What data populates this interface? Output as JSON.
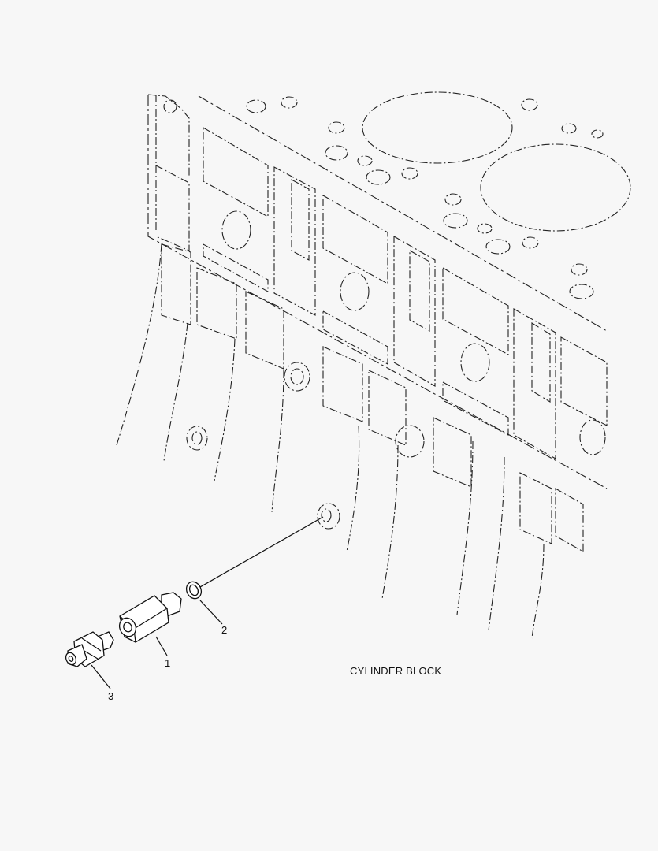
{
  "diagram": {
    "caption": "CYLINDER BLOCK",
    "callouts": [
      "1",
      "2",
      "3"
    ]
  },
  "colors": {
    "background": "#f7f7f7",
    "line": "#111111"
  }
}
